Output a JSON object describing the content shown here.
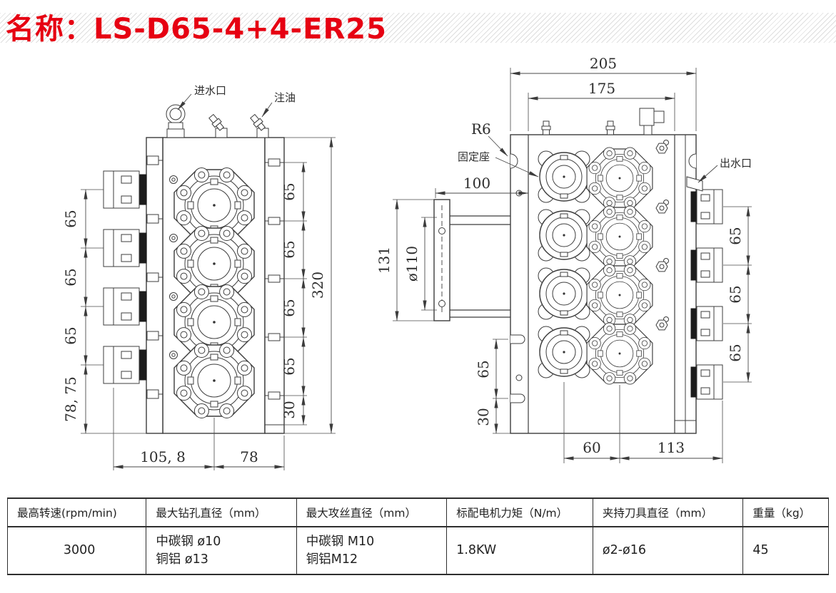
{
  "accent_color": "#e60012",
  "title": {
    "text": "名称：LS-D65-4+4-ER25"
  },
  "left_view": {
    "callouts": {
      "water_inlet": "进水口",
      "oil_fill": "注油"
    },
    "dims": {
      "left": [
        "65",
        "65",
        "65",
        "78, 75"
      ],
      "bottom": [
        "105, 8",
        "78"
      ],
      "right": [
        "65",
        "65",
        "65",
        "65",
        "30"
      ],
      "overall_height": "320"
    }
  },
  "right_view": {
    "callouts": {
      "corner_radius": "R6",
      "fixing_seat": "固定座",
      "water_outlet": "出水口"
    },
    "dims": {
      "top_overall": "205",
      "top_inner": "175",
      "flange_offset": "100",
      "flange_height": "131",
      "flange_diameter": "ø110",
      "right": [
        "65",
        "65",
        "65"
      ],
      "left": [
        "65",
        "30"
      ],
      "bottom": [
        "60",
        "113"
      ]
    }
  },
  "spec_table": {
    "col1": {
      "header": "最高转速(rpm/min)",
      "value": "3000"
    },
    "col2": {
      "header": "最大钻孔直径（mm）",
      "line1": "中碳钢 ø10",
      "line2": "铜铝 ø13"
    },
    "col3": {
      "header": "最大攻丝直径（mm）",
      "line1": "中碳钢 M10",
      "line2": "铜铝M12"
    },
    "col4": {
      "header": "标配电机力矩（N/m）",
      "value": "1.8KW"
    },
    "col5": {
      "header": "夹持刀具直径（mm）",
      "value": "ø2-ø16"
    },
    "col6": {
      "header": "重量（kg）",
      "value": "45"
    }
  }
}
